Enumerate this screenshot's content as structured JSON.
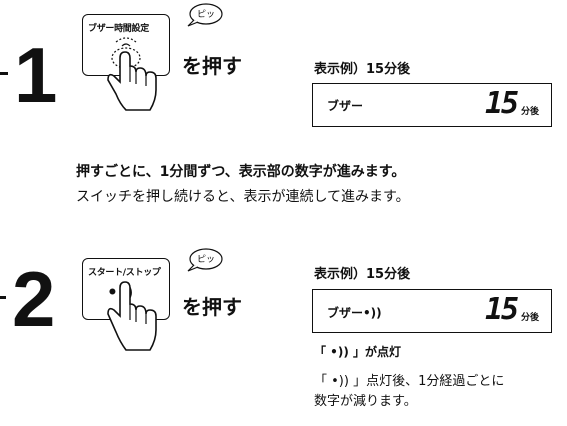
{
  "step1": {
    "number": "1",
    "button_label": "ブザー時間設定",
    "bubble": "ピッ",
    "action": "を押す",
    "example_label": "表示例）15分後",
    "display_text": "ブザー",
    "display_number": "15",
    "display_unit": "分後"
  },
  "info": {
    "bold_line": "押すごとに、1分間ずつ、表示部の数字が進みます。",
    "line": "スイッチを押し続けると、表示が連続して進みます。"
  },
  "step2": {
    "number": "2",
    "button_label": "スタート/ストップ",
    "button_symbol": "•))",
    "bubble": "ピッ",
    "action": "を押す",
    "example_label": "表示例）15分後",
    "display_text": "ブザー•))",
    "display_number": "15",
    "display_unit": "分後",
    "note1": "「 •)) 」が点灯",
    "note2_line1": "「 •)) 」点灯後、1分経過ごとに",
    "note2_line2": "数字が減ります。"
  }
}
